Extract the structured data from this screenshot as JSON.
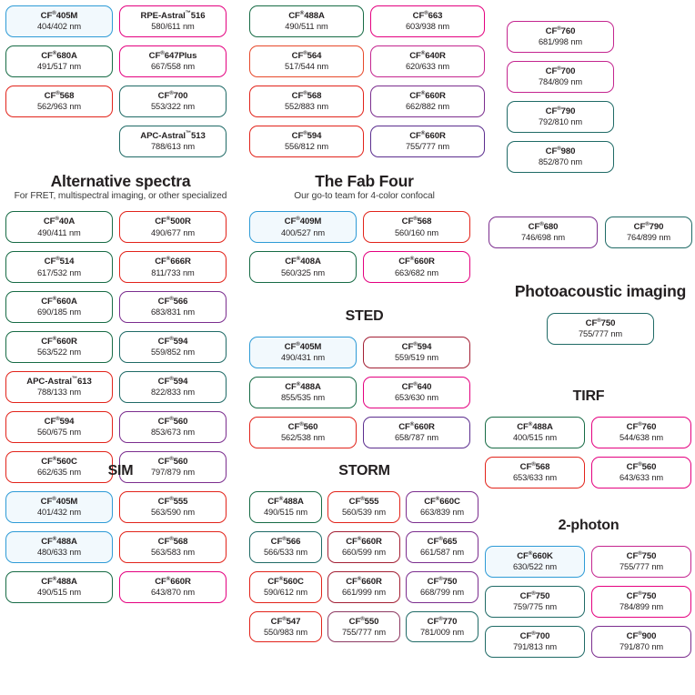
{
  "sections": [
    {
      "id": "top-left",
      "title": "",
      "subtitle": "",
      "columns": [
        {
          "items": [
            {
              "name": "CF",
              "reg": "®",
              "suffix": "405M",
              "wl": "404/402 nm",
              "color": "blue"
            },
            {
              "name": "CF",
              "reg": "®",
              "suffix": "680A",
              "wl": "491/517 nm",
              "color": "green"
            },
            {
              "name": "CF",
              "reg": "®",
              "suffix": "568",
              "wl": "562/963 nm",
              "color": "red"
            }
          ]
        },
        {
          "items": [
            {
              "name": "RPE-Astral",
              "reg": "™",
              "suffix": "516",
              "wl": "580/611 nm",
              "color": "pink"
            },
            {
              "name": "CF",
              "reg": "®",
              "suffix": "647Plus",
              "wl": "667/558 nm",
              "color": "pink"
            },
            {
              "name": "CF",
              "reg": "®",
              "suffix": "700",
              "wl": "553/322 nm",
              "color": "teal"
            },
            {
              "name": "APC-Astral",
              "reg": "™",
              "suffix": "513",
              "wl": "788/613 nm",
              "color": "teal"
            }
          ]
        }
      ]
    },
    {
      "id": "top-mid",
      "title": "",
      "subtitle": "",
      "columns": [
        {
          "items": [
            {
              "name": "CF",
              "reg": "®",
              "suffix": "488A",
              "wl": "490/511 nm",
              "color": "green"
            },
            {
              "name": "CF",
              "reg": "®",
              "suffix": "564",
              "wl": "517/544 nm",
              "color": "orange"
            },
            {
              "name": "CF",
              "reg": "®",
              "suffix": "568",
              "wl": "552/883 nm",
              "color": "red"
            },
            {
              "name": "CF",
              "reg": "®",
              "suffix": "594",
              "wl": "556/812 nm",
              "color": "red"
            }
          ]
        },
        {
          "items": [
            {
              "name": "CF",
              "reg": "®",
              "suffix": "663",
              "wl": "603/938 nm",
              "color": "pink"
            },
            {
              "name": "CF",
              "reg": "®",
              "suffix": "640R",
              "wl": "620/633 nm",
              "color": "magenta"
            },
            {
              "name": "CF",
              "reg": "®",
              "suffix": "660R",
              "wl": "662/882 nm",
              "color": "purple"
            },
            {
              "name": "CF",
              "reg": "®",
              "suffix": "660R",
              "wl": "755/777 nm",
              "color": "violet"
            }
          ]
        }
      ]
    },
    {
      "id": "top-right",
      "title": "",
      "subtitle": "",
      "columns": [
        {
          "items": [
            {
              "name": "CF",
              "reg": "®",
              "suffix": "760",
              "wl": "681/998 nm",
              "color": "magenta"
            },
            {
              "name": "CF",
              "reg": "®",
              "suffix": "700",
              "wl": "784/809 nm",
              "color": "magenta"
            },
            {
              "name": "CF",
              "reg": "®",
              "suffix": "790",
              "wl": "792/810 nm",
              "color": "teal"
            },
            {
              "name": "CF",
              "reg": "®",
              "suffix": "980",
              "wl": "852/870 nm",
              "color": "teal"
            }
          ]
        }
      ]
    },
    {
      "id": "alternative-spectra",
      "title": "Alternative spectra",
      "subtitle": "For FRET, multispectral imaging, or other specialized",
      "columns": [
        {
          "items": [
            {
              "name": "CF",
              "reg": "®",
              "suffix": "40A",
              "wl": "490/411 nm",
              "color": "green"
            },
            {
              "name": "CF",
              "reg": "®",
              "suffix": "514",
              "wl": "617/532 nm",
              "color": "green"
            },
            {
              "name": "CF",
              "reg": "®",
              "suffix": "660A",
              "wl": "690/185 nm",
              "color": "green"
            },
            {
              "name": "CF",
              "reg": "®",
              "suffix": "660R",
              "wl": "563/522 nm",
              "color": "green"
            },
            {
              "name": "APC-Astral",
              "reg": "™",
              "suffix": "613",
              "wl": "788/133 nm",
              "color": "red"
            },
            {
              "name": "CF",
              "reg": "®",
              "suffix": "594",
              "wl": "560/675 nm",
              "color": "red"
            },
            {
              "name": "CF",
              "reg": "®",
              "suffix": "560C",
              "wl": "662/635 nm",
              "color": "red"
            }
          ]
        },
        {
          "items": [
            {
              "name": "CF",
              "reg": "®",
              "suffix": "500R",
              "wl": "490/677 nm",
              "color": "red"
            },
            {
              "name": "CF",
              "reg": "®",
              "suffix": "666R",
              "wl": "811/733 nm",
              "color": "red"
            },
            {
              "name": "CF",
              "reg": "®",
              "suffix": "566",
              "wl": "683/831 nm",
              "color": "purple"
            },
            {
              "name": "CF",
              "reg": "®",
              "suffix": "594",
              "wl": "559/852 nm",
              "color": "teal"
            },
            {
              "name": "CF",
              "reg": "®",
              "suffix": "594",
              "wl": "822/833 nm",
              "color": "teal"
            },
            {
              "name": "CF",
              "reg": "®",
              "suffix": "560",
              "wl": "853/673 nm",
              "color": "purple"
            },
            {
              "name": "CF",
              "reg": "®",
              "suffix": "560",
              "wl": "797/879 nm",
              "color": "purple"
            }
          ]
        }
      ]
    },
    {
      "id": "fab-four",
      "title": "The Fab Four",
      "subtitle": "Our go-to team for 4-color confocal",
      "columns": [
        {
          "items": [
            {
              "name": "CF",
              "reg": "®",
              "suffix": "409M",
              "wl": "400/527 nm",
              "color": "blue"
            },
            {
              "name": "CF",
              "reg": "®",
              "suffix": "408A",
              "wl": "560/325 nm",
              "color": "green"
            }
          ]
        },
        {
          "items": [
            {
              "name": "CF",
              "reg": "®",
              "suffix": "568",
              "wl": "560/160 nm",
              "color": "red"
            },
            {
              "name": "CF",
              "reg": "®",
              "suffix": "660R",
              "wl": "663/682 nm",
              "color": "pink"
            }
          ]
        }
      ]
    },
    {
      "id": "sted",
      "title": "STED",
      "subtitle": "",
      "columns": [
        {
          "items": [
            {
              "name": "CF",
              "reg": "®",
              "suffix": "405M",
              "wl": "490/431 nm",
              "color": "blue"
            },
            {
              "name": "CF",
              "reg": "®",
              "suffix": "488A",
              "wl": "855/535 nm",
              "color": "green"
            },
            {
              "name": "CF",
              "reg": "®",
              "suffix": "560",
              "wl": "562/538 nm",
              "color": "red"
            }
          ]
        },
        {
          "items": [
            {
              "name": "CF",
              "reg": "®",
              "suffix": "594",
              "wl": "559/519 nm",
              "color": "darkred"
            },
            {
              "name": "CF",
              "reg": "®",
              "suffix": "640",
              "wl": "653/630 nm",
              "color": "pink"
            },
            {
              "name": "CF",
              "reg": "®",
              "suffix": "660R",
              "wl": "658/787 nm",
              "color": "violet"
            }
          ]
        }
      ]
    },
    {
      "id": "storm",
      "title": "STORM",
      "subtitle": "",
      "columns": [
        {
          "items": [
            {
              "name": "CF",
              "reg": "®",
              "suffix": "488A",
              "wl": "490/515 nm",
              "color": "green"
            },
            {
              "name": "CF",
              "reg": "®",
              "suffix": "566",
              "wl": "566/533 nm",
              "color": "teal"
            },
            {
              "name": "CF",
              "reg": "®",
              "suffix": "560C",
              "wl": "590/612 nm",
              "color": "red"
            },
            {
              "name": "CF",
              "reg": "®",
              "suffix": "547",
              "wl": "550/983 nm",
              "color": "red"
            }
          ]
        },
        {
          "items": [
            {
              "name": "CF",
              "reg": "®",
              "suffix": "555",
              "wl": "560/539 nm",
              "color": "red"
            },
            {
              "name": "CF",
              "reg": "®",
              "suffix": "660R",
              "wl": "660/599 nm",
              "color": "darkred"
            },
            {
              "name": "CF",
              "reg": "®",
              "suffix": "660R",
              "wl": "661/999 nm",
              "color": "darkred"
            },
            {
              "name": "CF",
              "reg": "®",
              "suffix": "550",
              "wl": "755/777 nm",
              "color": "plum"
            }
          ]
        },
        {
          "items": [
            {
              "name": "CF",
              "reg": "®",
              "suffix": "660C",
              "wl": "663/839 nm",
              "color": "purple"
            },
            {
              "name": "CF",
              "reg": "®",
              "suffix": "665",
              "wl": "661/587 nm",
              "color": "purple"
            },
            {
              "name": "CF",
              "reg": "®",
              "suffix": "750",
              "wl": "668/799 nm",
              "color": "purple"
            },
            {
              "name": "CF",
              "reg": "®",
              "suffix": "770",
              "wl": "781/009 nm",
              "color": "teal"
            }
          ]
        }
      ]
    },
    {
      "id": "sim",
      "title": "SIM",
      "subtitle": "",
      "columns": [
        {
          "items": [
            {
              "name": "CF",
              "reg": "®",
              "suffix": "405M",
              "wl": "401/432 nm",
              "color": "blue"
            },
            {
              "name": "CF",
              "reg": "®",
              "suffix": "488A",
              "wl": "480/633 nm",
              "color": "blue"
            },
            {
              "name": "CF",
              "reg": "®",
              "suffix": "488A",
              "wl": "490/515 nm",
              "color": "green"
            }
          ]
        },
        {
          "items": [
            {
              "name": "CF",
              "reg": "®",
              "suffix": "555",
              "wl": "563/590 nm",
              "color": "red"
            },
            {
              "name": "CF",
              "reg": "®",
              "suffix": "568",
              "wl": "563/583 nm",
              "color": "red"
            },
            {
              "name": "CF",
              "reg": "®",
              "suffix": "660R",
              "wl": "643/870 nm",
              "color": "pink"
            }
          ]
        }
      ]
    },
    {
      "id": "mid-right-pair",
      "title": "",
      "subtitle": "",
      "columns": [
        {
          "items": [
            {
              "name": "CF",
              "reg": "®",
              "suffix": "680",
              "wl": "746/698 nm",
              "color": "purple"
            }
          ]
        },
        {
          "items": [
            {
              "name": "CF",
              "reg": "®",
              "suffix": "790",
              "wl": "764/899 nm",
              "color": "teal"
            }
          ]
        }
      ]
    },
    {
      "id": "photoacoustic",
      "title": "Photoacoustic imaging",
      "subtitle": "",
      "columns": [
        {
          "items": [
            {
              "name": "CF",
              "reg": "®",
              "suffix": "750",
              "wl": "755/777 nm",
              "color": "teal"
            }
          ]
        }
      ]
    },
    {
      "id": "tirf",
      "title": "TIRF",
      "subtitle": "",
      "columns": [
        {
          "items": [
            {
              "name": "CF",
              "reg": "®",
              "suffix": "488A",
              "wl": "400/515 nm",
              "color": "green"
            },
            {
              "name": "CF",
              "reg": "®",
              "suffix": "568",
              "wl": "653/633 nm",
              "color": "red"
            }
          ]
        },
        {
          "items": [
            {
              "name": "CF",
              "reg": "®",
              "suffix": "760",
              "wl": "544/638 nm",
              "color": "pink"
            },
            {
              "name": "CF",
              "reg": "®",
              "suffix": "560",
              "wl": "643/633 nm",
              "color": "pink"
            }
          ]
        }
      ]
    },
    {
      "id": "two-photon",
      "title": "2-photon",
      "subtitle": "",
      "columns": [
        {
          "items": [
            {
              "name": "CF",
              "reg": "®",
              "suffix": "660K",
              "wl": "630/522 nm",
              "color": "blue"
            },
            {
              "name": "CF",
              "reg": "®",
              "suffix": "750",
              "wl": "759/775 nm",
              "color": "teal"
            },
            {
              "name": "CF",
              "reg": "®",
              "suffix": "700",
              "wl": "791/813 nm",
              "color": "teal"
            }
          ]
        },
        {
          "items": [
            {
              "name": "CF",
              "reg": "®",
              "suffix": "750",
              "wl": "755/777 nm",
              "color": "magenta"
            },
            {
              "name": "CF",
              "reg": "®",
              "suffix": "750",
              "wl": "784/899 nm",
              "color": "pink"
            },
            {
              "name": "CF",
              "reg": "®",
              "suffix": "900",
              "wl": "791/870 nm",
              "color": "purple"
            }
          ]
        }
      ]
    }
  ],
  "colors": {
    "blue": "#2e9bd6",
    "green": "#176b45",
    "teal": "#1f6a66",
    "red": "#e2231a",
    "orange": "#e7482a",
    "darkred": "#a31f34",
    "pink": "#e4007f",
    "magenta": "#c4258f",
    "purple": "#7b2d8e",
    "violet": "#5b2d8e",
    "plum": "#8e3a62",
    "text": "#231f20",
    "background": "#ffffff"
  }
}
